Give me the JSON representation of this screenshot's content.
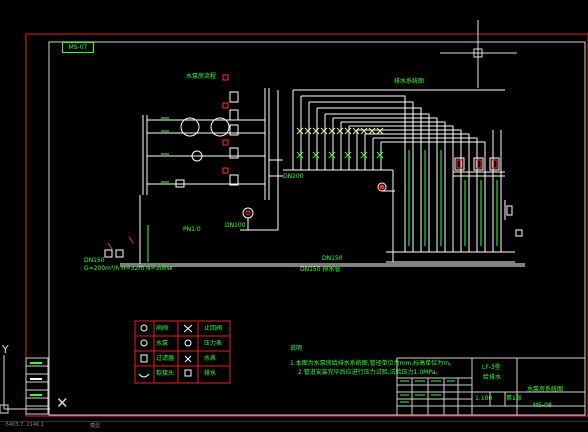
{
  "drawing": {
    "tag": "MS-07",
    "label_top_left": "水泵房流程",
    "label_top_right": "排水系统图",
    "note_title": "说明",
    "note_line1": "1.本图为水泵房给排水系统图,管径单位为mm,标高单位为m。",
    "note_line2": "2.管道安装完毕后应进行压力试验,试验压力1.0MPa。",
    "left_note_1": "DN150",
    "left_note_2": "G=200m³/h  H=32m  N=30kW",
    "center_label": "PN1.0",
    "mid_label_1": "DN100",
    "mid_label_2": "DN200",
    "mid_label_3": "DN150 排水管",
    "pipe_label": "DN150"
  },
  "legend": {
    "items": [
      {
        "sym": "gate-valve",
        "label": "闸阀"
      },
      {
        "sym": "check-valve",
        "label": "止回阀"
      },
      {
        "sym": "pump",
        "label": "水泵"
      },
      {
        "sym": "gauge",
        "label": "压力表"
      },
      {
        "sym": "filter",
        "label": "过滤器"
      },
      {
        "sym": "meter",
        "label": "水表"
      },
      {
        "sym": "soft-joint",
        "label": "软接头"
      },
      {
        "sym": "drain",
        "label": "排水"
      }
    ]
  },
  "title_block": {
    "project": "LF-3型",
    "subtitle": "给排水",
    "drawing_name": "水泵房系统图",
    "number": "MS-08",
    "scale": "1:100",
    "sheet": "第1张"
  },
  "status": {
    "coords": "-5403.7, 2146.1",
    "mode": "模型"
  }
}
